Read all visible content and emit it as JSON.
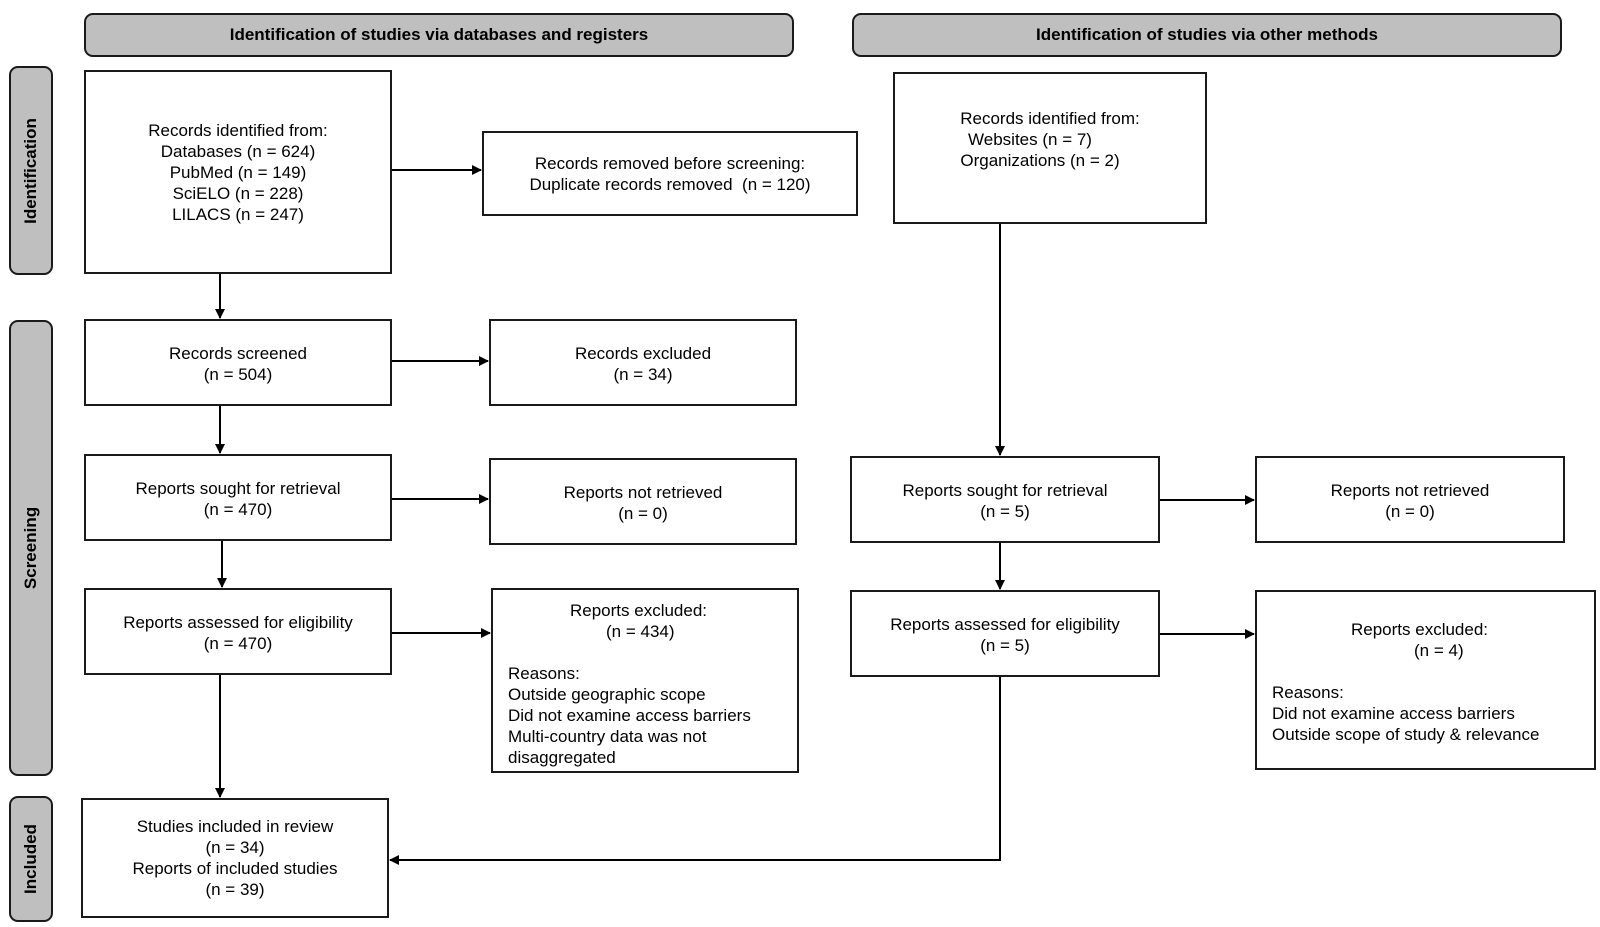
{
  "headers": {
    "databases": "Identification of studies via databases and registers",
    "other": "Identification of studies via other methods"
  },
  "phases": {
    "identification": "Identification",
    "screening": "Screening",
    "included": "Included"
  },
  "left": {
    "records_identified": {
      "title": "Records identified from:",
      "databases": "Databases (n = 624)",
      "pubmed": "PubMed (n = 149)",
      "scielo": "SciELO (n = 228)",
      "lilacs": "LILACS (n = 247)"
    },
    "removed": {
      "title": "Records removed before screening:",
      "duplicates": "Duplicate records removed  (n = 120)"
    },
    "screened": {
      "title": "Records screened",
      "count": "(n = 504)"
    },
    "excluded": {
      "title": "Records excluded",
      "count": "(n = 34)"
    },
    "sought": {
      "title": "Reports sought for retrieval",
      "count": "(n = 470)"
    },
    "not_retrieved": {
      "title": "Reports not retrieved",
      "count": "(n = 0)"
    },
    "assessed": {
      "title": "Reports assessed for eligibility",
      "count": "(n = 470)"
    },
    "reports_excluded": {
      "title": "Reports excluded:",
      "count": "(n = 434)",
      "reasons_label": "Reasons:",
      "reasons": [
        "Outside geographic scope",
        "Did not examine access barriers",
        "Multi-country data was not",
        "disaggregated"
      ]
    },
    "included": {
      "studies": "Studies included in review",
      "studies_count": "(n = 34)",
      "reports": "Reports of included studies",
      "reports_count": "(n = 39)"
    }
  },
  "right": {
    "records_identified": {
      "title": "Records identified from:",
      "websites": "Websites (n = 7)",
      "organizations": "Organizations (n = 2)"
    },
    "sought": {
      "title": "Reports sought for retrieval",
      "count": "(n = 5)"
    },
    "not_retrieved": {
      "title": "Reports not retrieved",
      "count": "(n = 0)"
    },
    "assessed": {
      "title": "Reports assessed for eligibility",
      "count": "(n = 5)"
    },
    "reports_excluded": {
      "title": "Reports excluded:",
      "count": "(n = 4)",
      "reasons_label": "Reasons:",
      "reasons": [
        "Did not examine access barriers",
        "Outside scope of study & relevance"
      ]
    }
  }
}
